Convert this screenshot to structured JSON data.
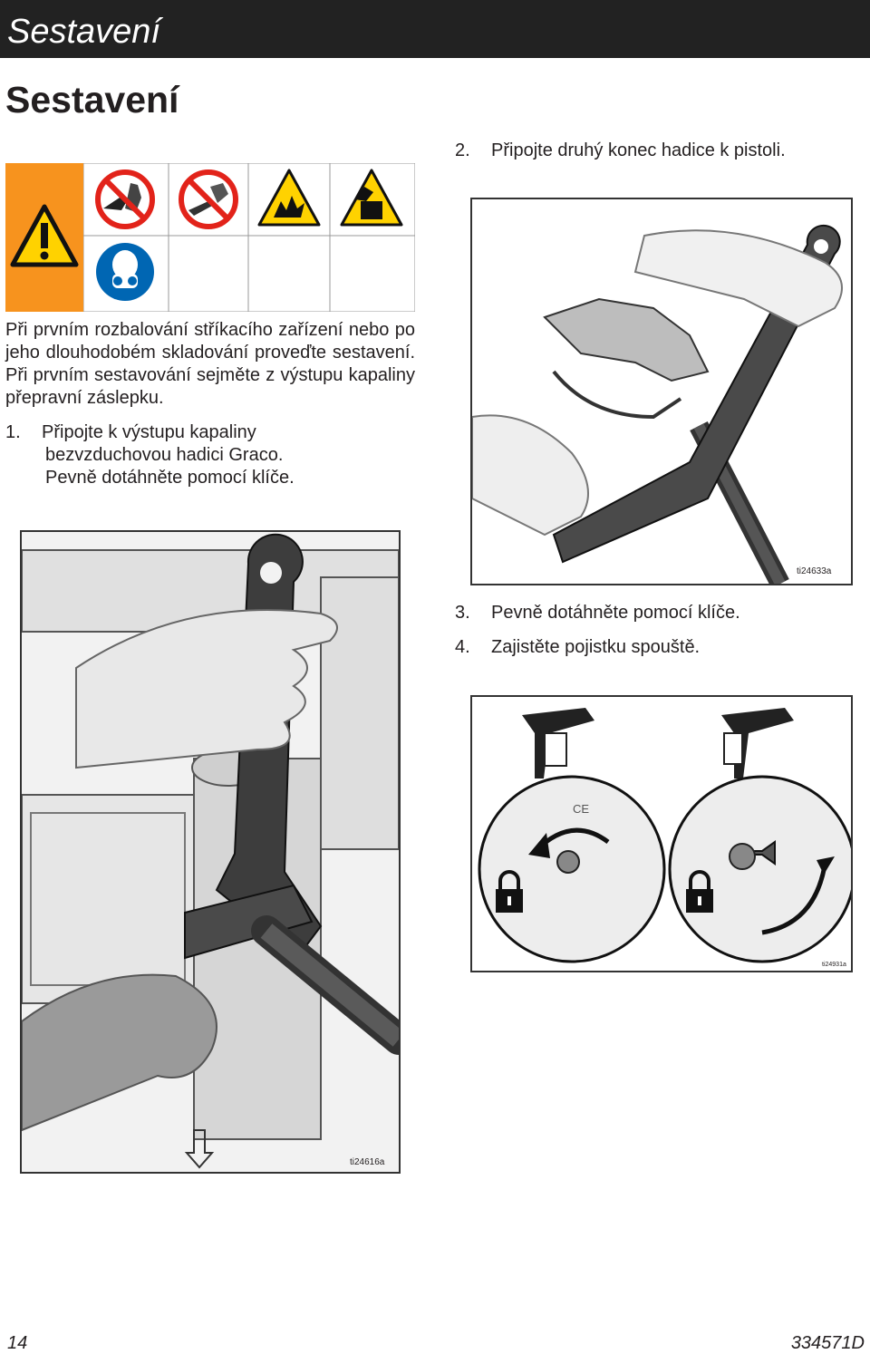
{
  "header": {
    "title": "Sestavení"
  },
  "heading": "Sestavení",
  "intro": "Při prvním rozbalování stříkacího zařízení nebo po jeho dlouhodobém skladování proveďte sestavení. Při prvním sestavování sejměte z výstupu kapaliny přepravní záslepku.",
  "steps": [
    {
      "num": "1.",
      "lines": [
        "Připojte k výstupu kapaliny",
        "bezvzduchovou hadici Graco.",
        "Pevně dotáhněte pomocí klíče."
      ]
    },
    {
      "num": "2.",
      "text": "Připojte druhý konec hadice k pistoli."
    },
    {
      "num": "3.",
      "text": "Pevně dotáhněte pomocí klíče."
    },
    {
      "num": "4.",
      "text": "Zajistěte pojistku spouště."
    }
  ],
  "figures": {
    "fig1_id": "ti24616a",
    "fig2_id": "ti24633a",
    "fig3_id": "ti24931a",
    "ce_mark": "CE"
  },
  "warning_icons": [
    "warning-triangle-icon",
    "no-hand-injection-icon",
    "no-hand-near-tip-icon",
    "explosion-hazard-icon",
    "moving-parts-hazard-icon",
    "respirator-required-icon"
  ],
  "colors": {
    "header_bg": "#222222",
    "warning_orange": "#f7931e",
    "hazard_yellow": "#ffd200",
    "prohibition_red": "#e2231a",
    "mandatory_blue": "#0066b3"
  },
  "footer": {
    "page_number": "14",
    "doc_number": "334571D"
  }
}
